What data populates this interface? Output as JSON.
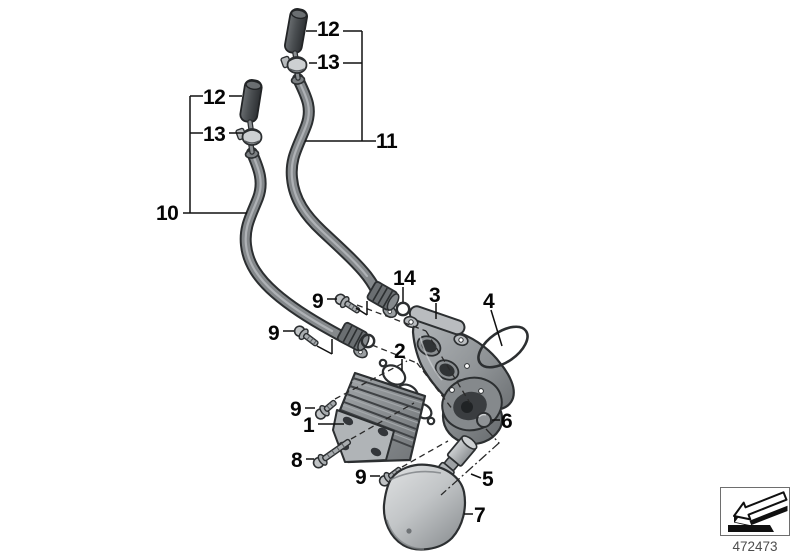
{
  "diagram": {
    "callouts": {
      "hose_left": "10",
      "hose_right": "11",
      "cap_left": "12",
      "cap_right": "12",
      "clamp_left": "13",
      "clamp_right": "13",
      "oring_small": "14",
      "housing": "3",
      "oring_large": "4",
      "gasket": "2",
      "cooler": "1",
      "screw_upper_right": "9",
      "screw_upper_left": "9",
      "screw_cooler_top": "9",
      "screw_cooler_bottom": "9",
      "screw_long": "8",
      "plug": "6",
      "fitting": "5",
      "filter_cover": "7"
    },
    "footer": {
      "drawing_number": "472473",
      "icon": "direction-arrow"
    }
  }
}
